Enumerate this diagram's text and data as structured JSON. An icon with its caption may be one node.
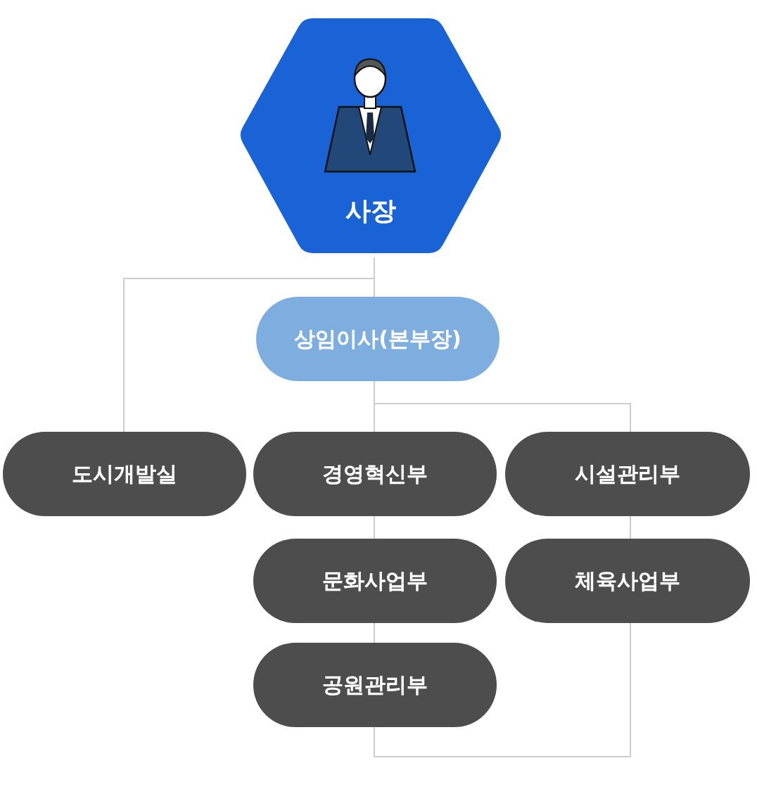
{
  "diagram": {
    "nodes": [
      {
        "text": [
          "사장"
        ]
      },
      {
        "text": [
          "상임이사(본부장)"
        ]
      },
      {
        "text": [
          "도시개발실"
        ]
      },
      {
        "text": [
          "경영혁신부"
        ]
      },
      {
        "text": [
          "시설관리부"
        ]
      },
      {
        "text": [
          "문화사업부"
        ]
      },
      {
        "text": [
          "체육사업부"
        ]
      },
      {
        "text": [
          "공원관리부"
        ]
      }
    ],
    "edges": [
      {
        "from": 0,
        "to": 1,
        "arrow": "none"
      },
      {
        "from": 0,
        "to": 2,
        "arrow": "none"
      },
      {
        "from": 1,
        "to": 3,
        "arrow": "none"
      },
      {
        "from": 1,
        "to": 4,
        "arrow": "none"
      },
      {
        "from": 3,
        "to": 5,
        "arrow": "none"
      },
      {
        "from": 4,
        "to": 6,
        "arrow": "none"
      },
      {
        "from": 5,
        "to": 7,
        "arrow": "none"
      },
      {
        "from": 7,
        "to": 6,
        "arrow": "none"
      }
    ]
  }
}
